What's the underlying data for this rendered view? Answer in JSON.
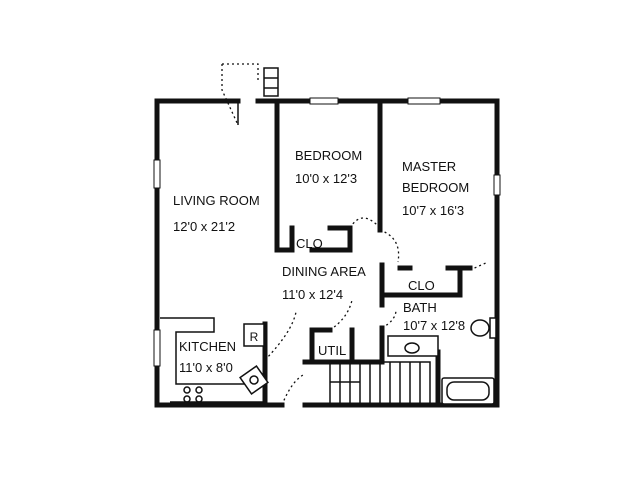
{
  "rooms": {
    "living": {
      "name": "LIVING ROOM",
      "dims": "12'0 x 21'2"
    },
    "bedroom": {
      "name": "BEDROOM",
      "dims": "10'0 x 12'3"
    },
    "master": {
      "name_line1": "MASTER",
      "name_line2": "BEDROOM",
      "dims": "10'7 x 16'3"
    },
    "dining": {
      "name": "DINING AREA",
      "dims": "11'0 x 12'4"
    },
    "kitchen": {
      "name": "KITCHEN",
      "dims": "11'0 x 8'0"
    },
    "bath": {
      "name": "BATH",
      "dims": "10'7 x 12'8"
    },
    "closet_bedroom": {
      "name": "CLO"
    },
    "closet_master": {
      "name": "CLO"
    },
    "utility": {
      "name": "UTIL"
    }
  },
  "fixtures": {
    "refrigerator": {
      "label": "R"
    }
  }
}
